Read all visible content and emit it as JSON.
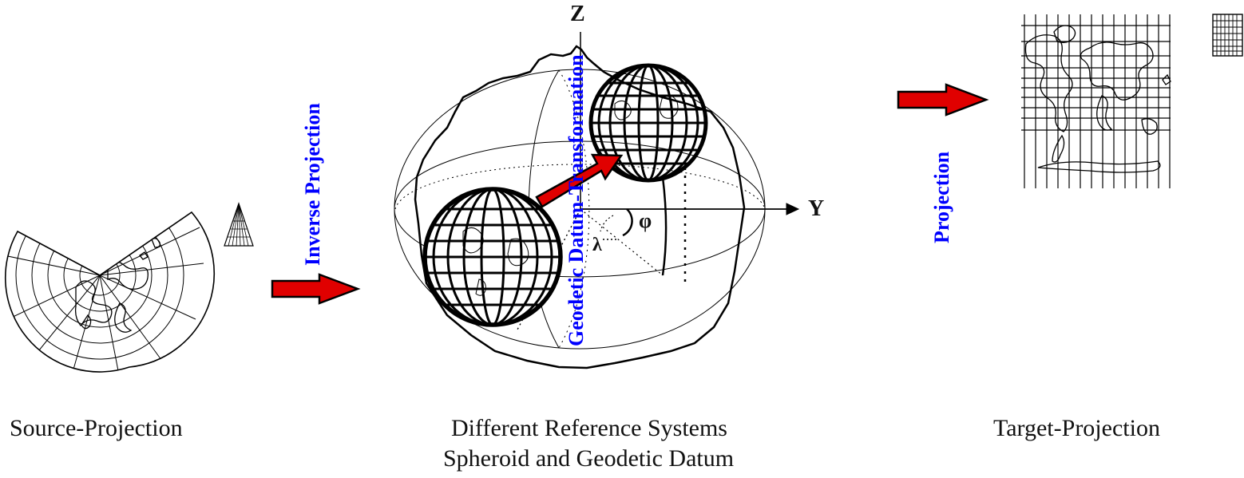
{
  "captions": {
    "source": "Source-Projection",
    "middle_line1": "Different Reference Systems",
    "middle_line2": "Spheroid and Geodetic Datum",
    "target": "Target-Projection"
  },
  "labels": {
    "inverse_projection": "Inverse Projection",
    "datum_transformation": "Geodetic Datum-Transformation",
    "projection": "Projection"
  },
  "axes": {
    "z": "Z",
    "y": "Y",
    "phi": "φ",
    "lambda": "λ"
  },
  "colors": {
    "arrow_fill": "#e00000",
    "label_blue": "#0000ff",
    "ink": "#000000"
  },
  "icons": {
    "cone": "cone-icon",
    "cylinder": "cylinder-grid-icon"
  }
}
